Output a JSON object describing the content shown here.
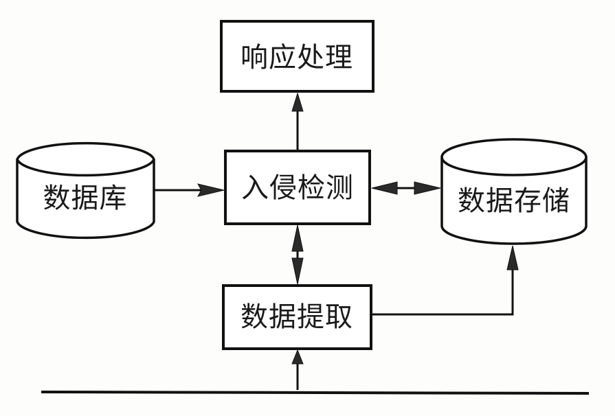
{
  "diagram": {
    "type": "flowchart",
    "description": "Intrusion detection system architecture",
    "nodes": {
      "response": {
        "id": "response",
        "label": "响应处理",
        "shape": "rectangle"
      },
      "detection": {
        "id": "detection",
        "label": "入侵检测",
        "shape": "rectangle"
      },
      "extraction": {
        "id": "extraction",
        "label": "数据提取",
        "shape": "rectangle"
      },
      "database": {
        "id": "database",
        "label": "数据库",
        "shape": "cylinder"
      },
      "storage": {
        "id": "storage",
        "label": "数据存储",
        "shape": "cylinder"
      }
    },
    "edges": [
      {
        "from": "detection",
        "to": "response",
        "direction": "one-way"
      },
      {
        "from": "database",
        "to": "detection",
        "direction": "one-way"
      },
      {
        "from": "detection",
        "to": "storage",
        "direction": "two-way"
      },
      {
        "from": "detection",
        "to": "extraction",
        "direction": "two-way"
      },
      {
        "from": "extraction",
        "to": "storage",
        "direction": "one-way",
        "routing": "elbow"
      },
      {
        "from": "network-line",
        "to": "extraction",
        "direction": "one-way"
      }
    ],
    "network_line": {
      "label": ""
    },
    "colors": {
      "stroke": "#111111",
      "arrow_fill": "#2a2a2a",
      "background": "#fdfdfc"
    }
  }
}
